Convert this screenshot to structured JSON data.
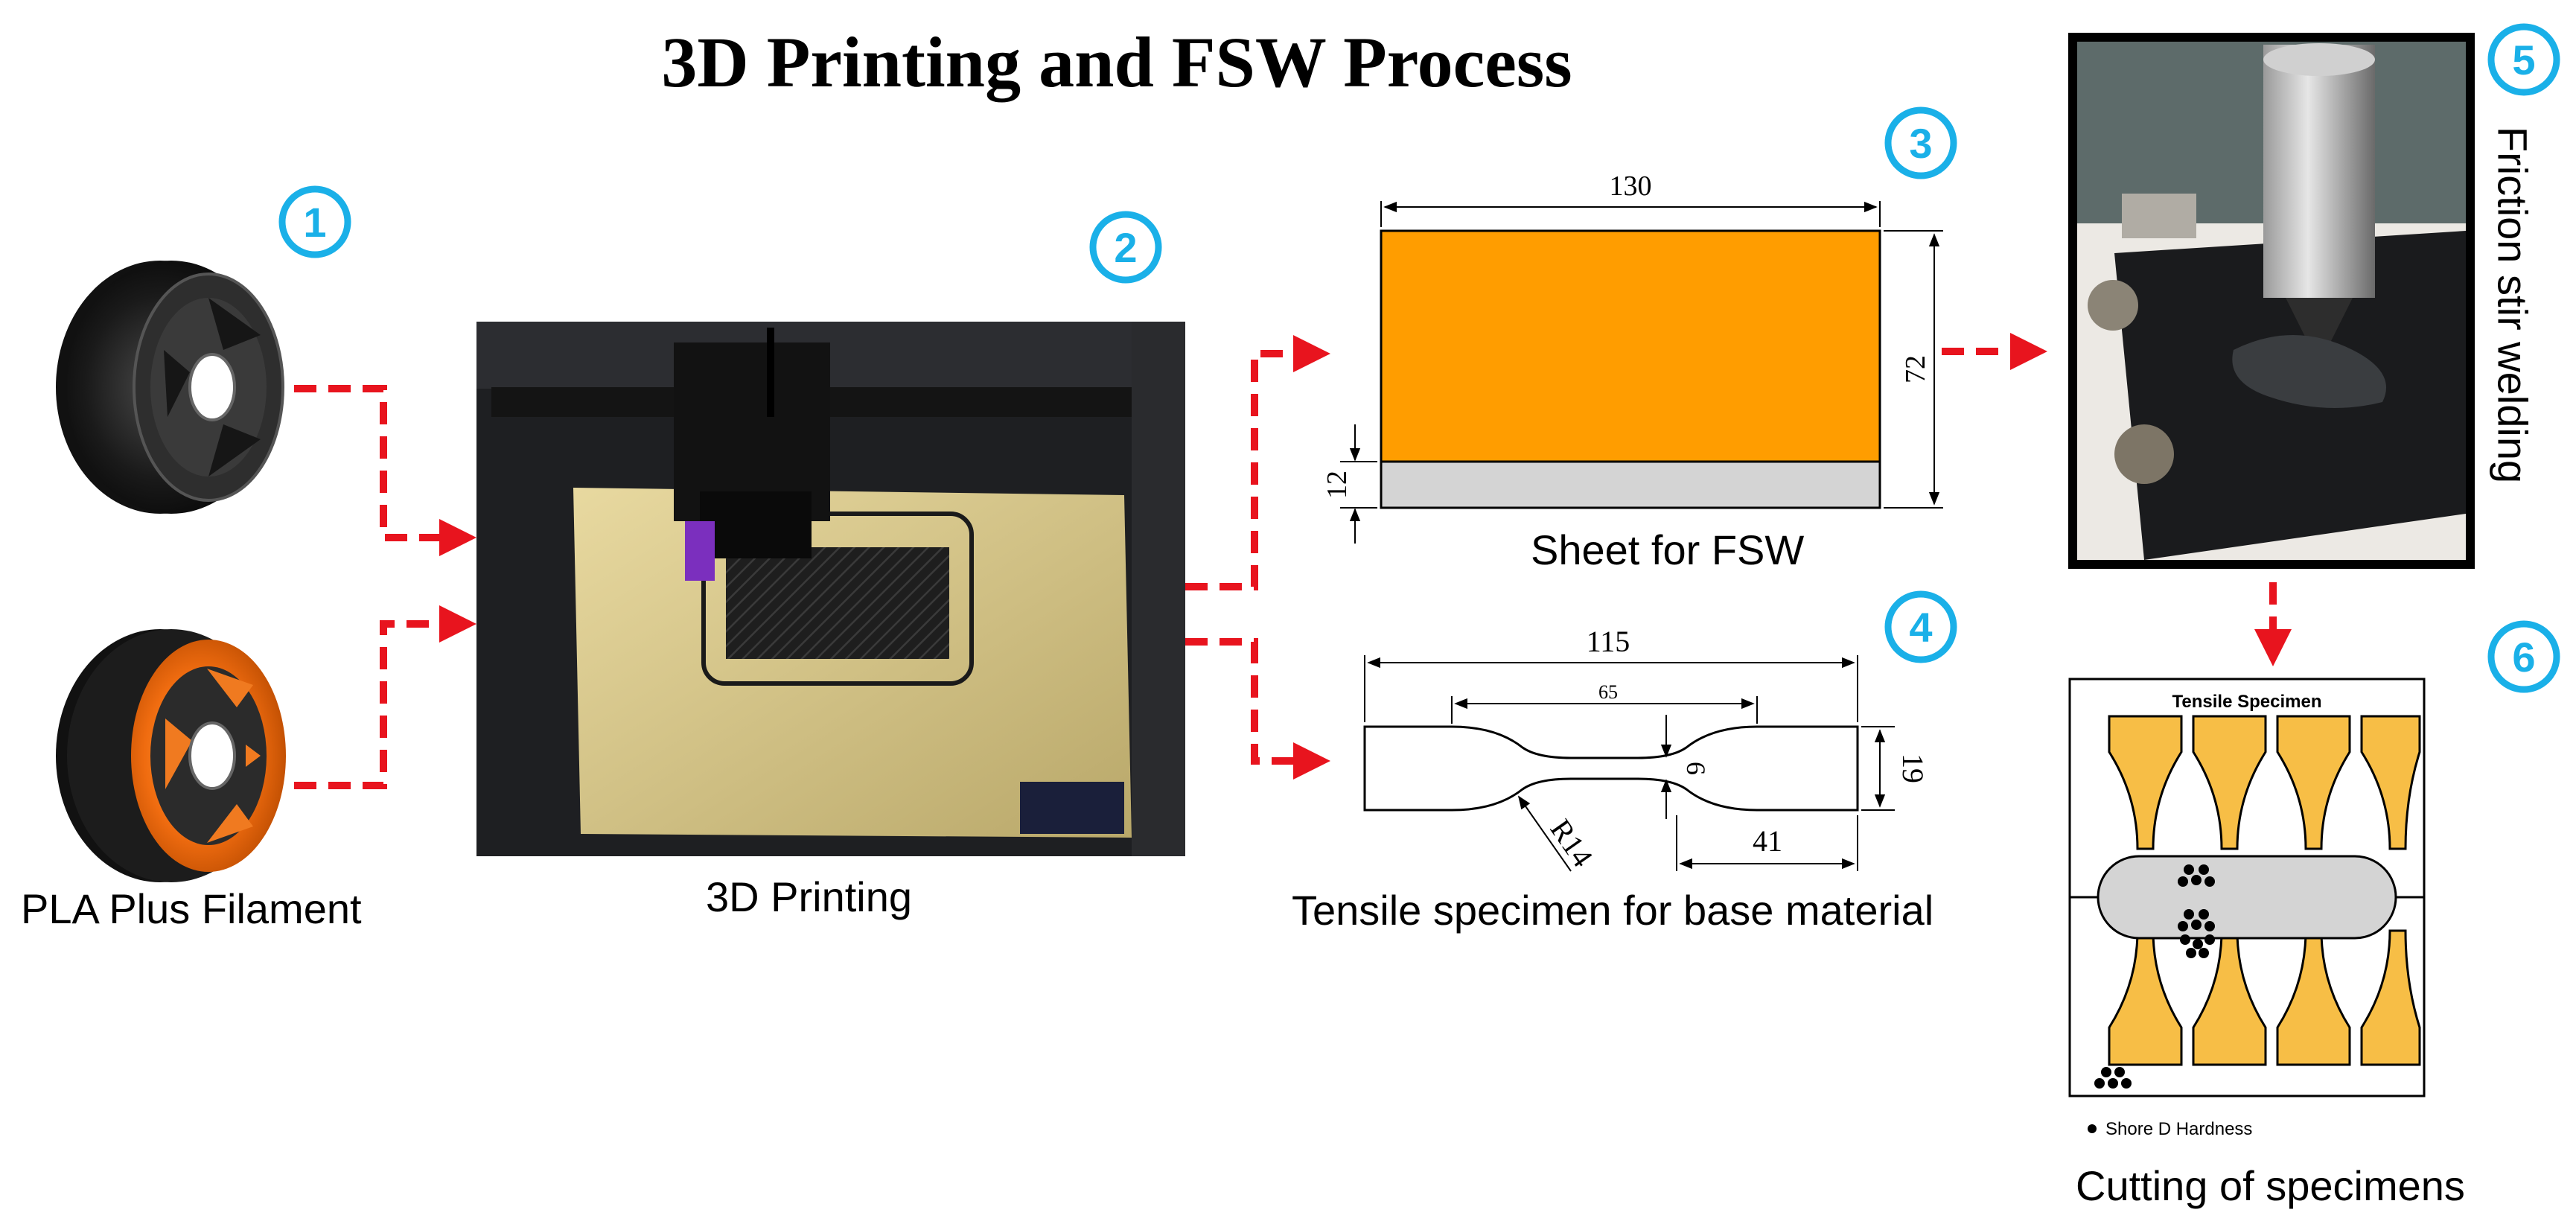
{
  "title": "3D Printing and FSW Process",
  "steps": [
    {
      "number": "1",
      "caption": "PLA Plus Filament"
    },
    {
      "number": "2",
      "caption": "3D Printing"
    },
    {
      "number": "3",
      "caption": "Sheet for FSW"
    },
    {
      "number": "4",
      "caption": "Tensile specimen for base material"
    },
    {
      "number": "5",
      "caption": "Friction stir welding"
    },
    {
      "number": "6",
      "caption": "Cutting of specimens"
    }
  ],
  "sheet": {
    "width_label": "130",
    "height_label": "72",
    "strip_label": "12"
  },
  "tensile": {
    "length_label": "115",
    "gauge_label": "65",
    "width_label": "19",
    "narrow_label": "6",
    "grip_label": "41",
    "radius_label": "R14"
  },
  "cutting": {
    "plan_title": "Tensile Specimen",
    "legend_label": "Shore D Hardness"
  },
  "colors": {
    "accent_blue": "#1ab0e8",
    "arrow_red": "#e8141e",
    "sheet_orange": "#ff9d00",
    "strip_gray": "#d4d4d4",
    "specimen_yellow": "#f7be46"
  }
}
